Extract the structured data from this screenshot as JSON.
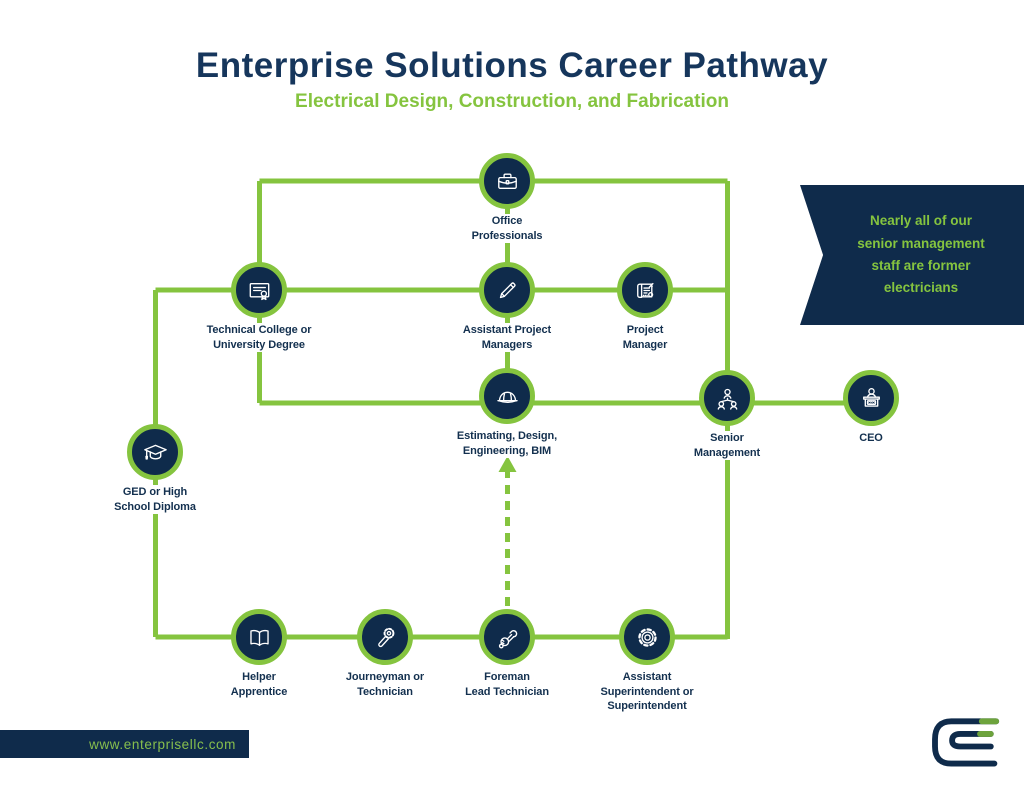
{
  "header": {
    "title": "Enterprise Solutions Career Pathway",
    "subtitle": "Electrical Design, Construction, and Fabrication"
  },
  "banner": {
    "text": "Nearly all of our\nsenior management\nstaff are former\nelectricians"
  },
  "footer": {
    "website": "www.enterprisellc.com"
  },
  "colors": {
    "navy": "#0f2b4b",
    "green": "#85c43f"
  },
  "nodes": [
    {
      "id": "office-professionals",
      "icon": "briefcase-icon",
      "label": "Office\nProfessionals"
    },
    {
      "id": "technical-college",
      "icon": "certificate-icon",
      "label": "Technical College or\nUniversity Degree"
    },
    {
      "id": "assistant-project-managers",
      "icon": "pencil-icon",
      "label": "Assistant Project\nManagers"
    },
    {
      "id": "project-manager",
      "icon": "blueprint-icon",
      "label": "Project\nManager"
    },
    {
      "id": "estimating-design",
      "icon": "hard-hat-icon",
      "label": "Estimating, Design,\nEngineering, BIM"
    },
    {
      "id": "senior-management",
      "icon": "org-chart-icon",
      "label": "Senior\nManagement"
    },
    {
      "id": "ceo",
      "icon": "ceo-desk-icon",
      "label": "CEO",
      "icon_text": "CEO"
    },
    {
      "id": "ged",
      "icon": "graduation-cap-icon",
      "label": "GED or High\nSchool Diploma"
    },
    {
      "id": "helper-apprentice",
      "icon": "open-book-icon",
      "label": "Helper\nApprentice"
    },
    {
      "id": "journeyman",
      "icon": "gear-wrench-icon",
      "label": "Journeyman or\nTechnician"
    },
    {
      "id": "foreman",
      "icon": "hand-wrench-icon",
      "label": "Foreman\nLead Technician"
    },
    {
      "id": "assistant-superintendent",
      "icon": "gear-icon",
      "label": "Assistant\nSuperintendent or\nSuperintendent"
    }
  ]
}
